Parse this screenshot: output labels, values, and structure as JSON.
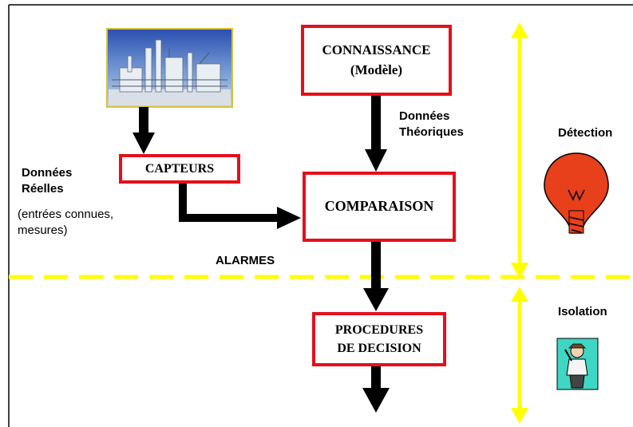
{
  "nodes": {
    "connaissance": {
      "line1": "CONNAISSANCE",
      "line2": "(Modèle)"
    },
    "capteurs": {
      "label": "CAPTEURS"
    },
    "comparaison": {
      "label": "COMPARAISON"
    },
    "procedures": {
      "line1": "PROCEDURES",
      "line2": "DE DECISION"
    }
  },
  "labels": {
    "donnees_theoriques_1": "Données",
    "donnees_theoriques_2": "Théoriques",
    "donnees_reelles_1": "Données",
    "donnees_reelles_2": "Réelles",
    "donnees_reelles_note_1": "(entrées connues,",
    "donnees_reelles_note_2": "mesures)",
    "alarmes": "ALARMES",
    "detection": "Détection",
    "isolation": "Isolation"
  },
  "colors": {
    "box_border": "#e3101b",
    "arrow": "#000000",
    "yellow": "#ffff00",
    "bulb": "#e8401a"
  },
  "icons": [
    "refinery-photo",
    "light-bulb-icon",
    "person-thinking-icon"
  ]
}
